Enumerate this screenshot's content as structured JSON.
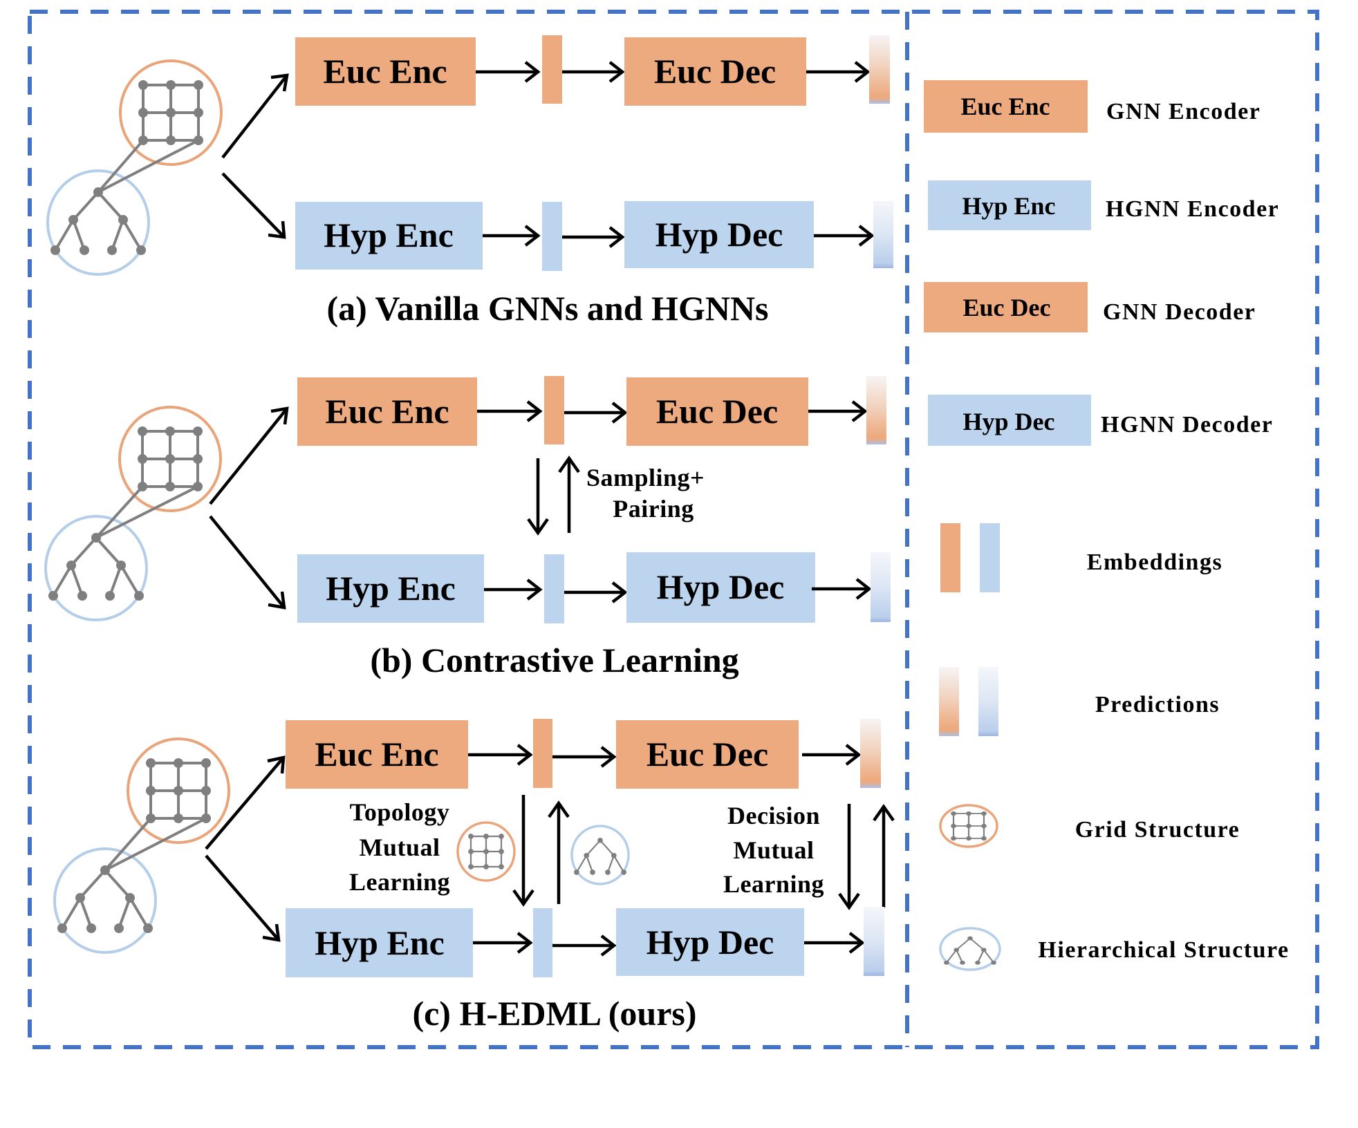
{
  "colors": {
    "euclidean": "#EDAA7E",
    "hyperbolic": "#BDD4EE",
    "border": "#4472C4",
    "grid_circle": "#E9A47A",
    "tree_circle": "#B4CEEA",
    "structure": "#7F7F7F"
  },
  "panels": [
    {
      "id": "a",
      "caption": "(a) Vanilla GNNs and HGNNs",
      "euc_enc": "Euc Enc",
      "euc_dec": "Euc Dec",
      "hyp_enc": "Hyp Enc",
      "hyp_dec": "Hyp Dec"
    },
    {
      "id": "b",
      "caption": "(b) Contrastive Learning",
      "euc_enc": "Euc Enc",
      "euc_dec": "Euc Dec",
      "hyp_enc": "Hyp Enc",
      "hyp_dec": "Hyp Dec",
      "interaction_label": [
        "Sampling+",
        "Pairing"
      ]
    },
    {
      "id": "c",
      "caption": "(c) H-EDML (ours)",
      "euc_enc": "Euc Enc",
      "euc_dec": "Euc Dec",
      "hyp_enc": "Hyp Enc",
      "hyp_dec": "Hyp Dec",
      "topology_label": [
        "Topology",
        "Mutual",
        "Learning"
      ],
      "decision_label": [
        "Decision",
        "Mutual",
        "Learning"
      ]
    }
  ],
  "legend": {
    "items": [
      {
        "symbol": "Euc Enc",
        "label": "GNN Encoder"
      },
      {
        "symbol": "Hyp Enc",
        "label": "HGNN Encoder"
      },
      {
        "symbol": "Euc Dec",
        "label": "GNN Decoder"
      },
      {
        "symbol": "Hyp Dec",
        "label": "HGNN Decoder"
      }
    ],
    "embeddings": "Embeddings",
    "predictions": "Predictions",
    "grid_structure": "Grid Structure",
    "hierarchical_structure": "Hierarchical Structure"
  }
}
